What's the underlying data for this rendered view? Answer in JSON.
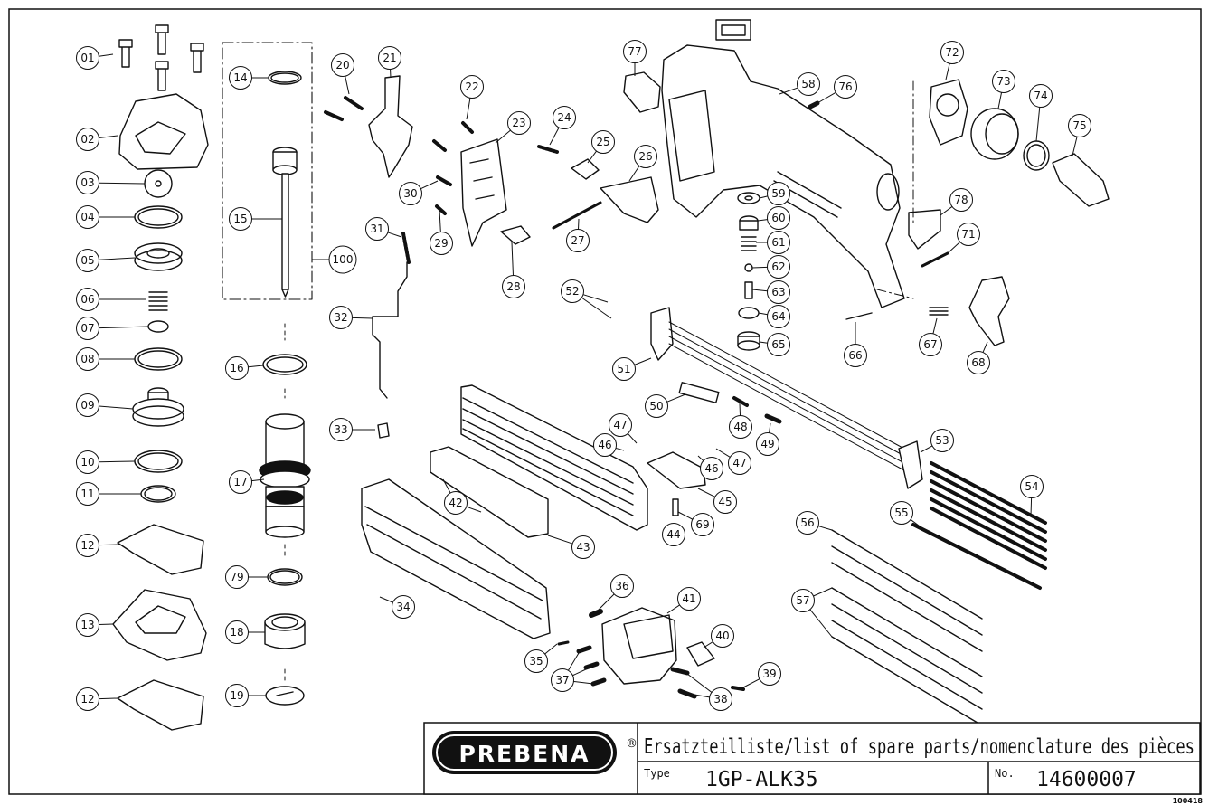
{
  "title_block": {
    "logo": "PREBENA",
    "registered": "®",
    "heading": "Ersatzteilliste/list of spare parts/nomenclature des pièces",
    "type_label": "Type",
    "type_value": "1GP-ALK35",
    "no_label": "No.",
    "no_value": "14600007",
    "drawing_code": "100418"
  },
  "callouts": [
    {
      "n": "01"
    },
    {
      "n": "02"
    },
    {
      "n": "03"
    },
    {
      "n": "04"
    },
    {
      "n": "05"
    },
    {
      "n": "06"
    },
    {
      "n": "07"
    },
    {
      "n": "08"
    },
    {
      "n": "09"
    },
    {
      "n": "10"
    },
    {
      "n": "11"
    },
    {
      "n": "12"
    },
    {
      "n": "13"
    },
    {
      "n": "12"
    },
    {
      "n": "14"
    },
    {
      "n": "15"
    },
    {
      "n": "100"
    },
    {
      "n": "16"
    },
    {
      "n": "17"
    },
    {
      "n": "79"
    },
    {
      "n": "18"
    },
    {
      "n": "19"
    },
    {
      "n": "20"
    },
    {
      "n": "21"
    },
    {
      "n": "22"
    },
    {
      "n": "23"
    },
    {
      "n": "30"
    },
    {
      "n": "29"
    },
    {
      "n": "28"
    },
    {
      "n": "31"
    },
    {
      "n": "32"
    },
    {
      "n": "33"
    },
    {
      "n": "24"
    },
    {
      "n": "25"
    },
    {
      "n": "26"
    },
    {
      "n": "27"
    },
    {
      "n": "52"
    },
    {
      "n": "51"
    },
    {
      "n": "50"
    },
    {
      "n": "48"
    },
    {
      "n": "49"
    },
    {
      "n": "47"
    },
    {
      "n": "46"
    },
    {
      "n": "46"
    },
    {
      "n": "47"
    },
    {
      "n": "45"
    },
    {
      "n": "42"
    },
    {
      "n": "43"
    },
    {
      "n": "44"
    },
    {
      "n": "69"
    },
    {
      "n": "34"
    },
    {
      "n": "35"
    },
    {
      "n": "36"
    },
    {
      "n": "37"
    },
    {
      "n": "41"
    },
    {
      "n": "40"
    },
    {
      "n": "38"
    },
    {
      "n": "39"
    },
    {
      "n": "77"
    },
    {
      "n": "58"
    },
    {
      "n": "76"
    },
    {
      "n": "59"
    },
    {
      "n": "60"
    },
    {
      "n": "61"
    },
    {
      "n": "62"
    },
    {
      "n": "63"
    },
    {
      "n": "64"
    },
    {
      "n": "65"
    },
    {
      "n": "66"
    },
    {
      "n": "72"
    },
    {
      "n": "73"
    },
    {
      "n": "74"
    },
    {
      "n": "75"
    },
    {
      "n": "78"
    },
    {
      "n": "71"
    },
    {
      "n": "67"
    },
    {
      "n": "68"
    },
    {
      "n": "53"
    },
    {
      "n": "54"
    },
    {
      "n": "55"
    },
    {
      "n": "56"
    },
    {
      "n": "57"
    }
  ]
}
